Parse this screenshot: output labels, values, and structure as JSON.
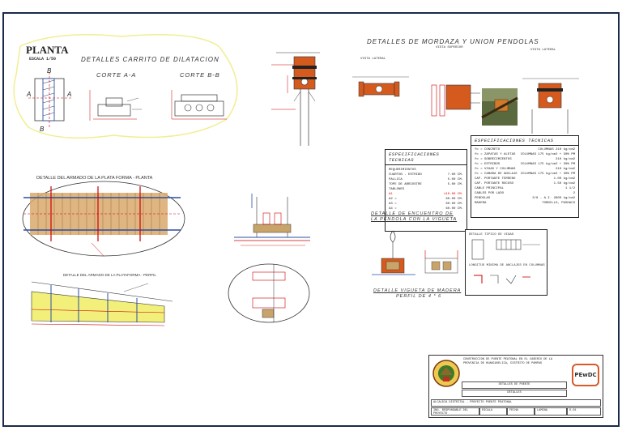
{
  "planta": {
    "title": "PLANTA",
    "scale": "ESCALA 1/50",
    "label_a": "A",
    "label_b": "B"
  },
  "carrito": {
    "title": "DETALLES CARRITO DE DILATACION",
    "corte_a": "CORTE A-A",
    "corte_b": "CORTE B-B"
  },
  "mordaza": {
    "title": "DETALLES DE MORDAZA Y UNION PENDOLAS",
    "view_lateral": "VISTA LATERAL",
    "view_superior": "VISTA SUPERIOR",
    "view_lateral_2": "VISTA LATERAL"
  },
  "plataforma": {
    "title": "DETALLE DEL ARMADO DE LA PLATA FORMA - PLANTA",
    "section_title": "DETALLE DEL ARMADO DE LA PLATAFORMA - PERFIL"
  },
  "spec_left": {
    "title": "ESPECIFICACIONES TECNICAS",
    "rows": [
      {
        "k": "REQUERIMIENTOS",
        "v": ""
      },
      {
        "k": "CUARTON - ESTRIBO",
        "v": "7.00 CM."
      },
      {
        "k": "PALLICA",
        "v": "5.00 CM."
      },
      {
        "k": "TOPE DE ARRIOSTRE",
        "v": "5.00 CM."
      },
      {
        "k": "TABLONES",
        "v": ""
      },
      {
        "k": "A1",
        "v": "110.00 CM.",
        "red": true
      },
      {
        "k": "A2 =",
        "v": "60.00 CM."
      },
      {
        "k": "A3 =",
        "v": "60.00 CM."
      },
      {
        "k": "A4 =",
        "v": "60.00 CM."
      }
    ]
  },
  "spec_right": {
    "title": "ESPECIFICACIONES TECNICAS",
    "rows": [
      {
        "k": "fc = CONCRETO",
        "v": "COLUMNAS 210 kg/cm2"
      },
      {
        "k": "fc = ZAPATAS Y ALETAS",
        "v": "COLUMNAS 175 kg/cm2 + 30% PM"
      },
      {
        "k": "fc = SOBRECIMIENTOS",
        "v": "210 kg/cm2"
      },
      {
        "k": "fc = ESTRIBOS",
        "v": "COLUMNAS 175 kg/cm2 + 30% PM"
      },
      {
        "k": "fc = VIGAS Y COLUMNAS",
        "v": "210 kg/cm2"
      },
      {
        "k": "fc = CAMARA DE ANCLAJE",
        "v": "COLUMNAS 175 kg/cm2 + 30% PM"
      },
      {
        "k": "CAP. PORTANTE TERRENO",
        "v": "1.00 kg/cm2"
      },
      {
        "k": "CAP. PORTANTE ROCOSO",
        "v": "1.50 kg/cm2"
      },
      {
        "k": "CABLE PRINCIPAL",
        "v": "1 1/2"
      },
      {
        "k": "CABLES POR LADO",
        "v": "2"
      },
      {
        "k": "PENDOLAS",
        "v": "3/8 - A.I. 2800 kg/cm2"
      },
      {
        "k": "MADERA",
        "v": "TORNILLO, PASHACO"
      }
    ]
  },
  "encuentro": {
    "title_1": "DETALLE DE ENCUENTRO DE",
    "title_2": "LA PENDOLA CON LA VIGUETA",
    "vigueta_1": "DETALLE VIGUETA DE MADERA",
    "vigueta_2": "PERFIL DE 4 * 6"
  },
  "small_detail": {
    "t1": "DETALLE TIPICO DE VIGAS",
    "t2": "LONGITUD MINIMA DE ANCLAJES EN COLUMNAS"
  },
  "title_block": {
    "project": "CONSTRUCCION DE PUENTE PEATONAL EN EL CASERIO DE LA PROVINCIA DE HUANCAVELICA, DISTRITO DE PAMPAS",
    "sheet_title": "DETALLES DE PUENTE",
    "sheet_code": "DETALLES",
    "footer": "ALCALDIA DISTRITAL - PROYECTO PUENTE PEATONAL",
    "designer": "ING. RESPONSABLE DEL PROYECTO",
    "scale": "ESCALA",
    "date": "FECHA",
    "lamina": "LAMINA",
    "num": "D-01",
    "logo_right": "PEwDC"
  },
  "colors": {
    "orange": "#d45a1e",
    "red": "#e03020",
    "blue": "#2a4fa0",
    "wood": "#c9a46a",
    "yellow": "#f2f07a"
  }
}
